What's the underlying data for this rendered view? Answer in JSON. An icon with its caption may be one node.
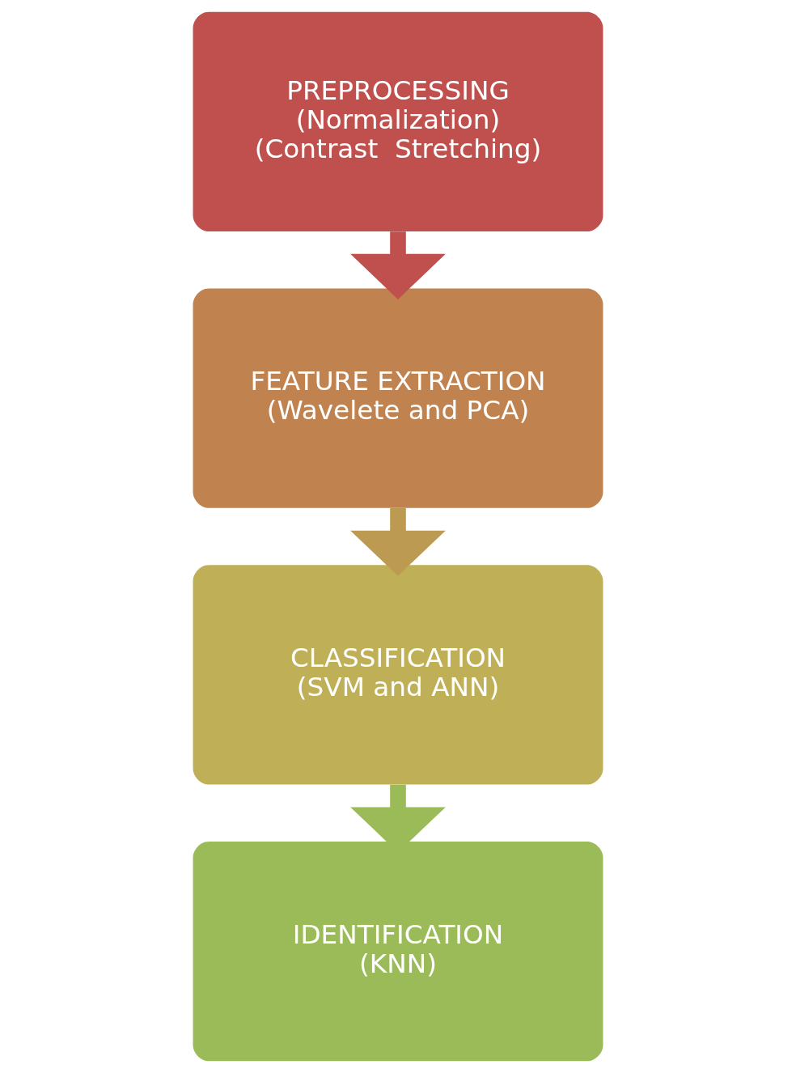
{
  "diagram": {
    "nodes": [
      {
        "text": [
          "PREPROCESSING",
          "(Normalization)",
          "(Contrast  Stretching)"
        ]
      },
      {
        "text": [
          "FEATURE EXTRACTION",
          "(Wavelete and PCA)"
        ]
      },
      {
        "text": [
          "CLASSIFICATION",
          "(SVM and ANN)"
        ]
      },
      {
        "text": [
          "IDENTIFICATION",
          "(KNN)"
        ]
      }
    ],
    "edges": [
      {
        "from": 0,
        "to": 1,
        "arrow": "to",
        "color": "#c0504d"
      },
      {
        "from": 1,
        "to": 2,
        "arrow": "to",
        "color": "#bd9a52"
      },
      {
        "from": 2,
        "to": 3,
        "arrow": "to",
        "color": "#9bbb59"
      }
    ]
  }
}
